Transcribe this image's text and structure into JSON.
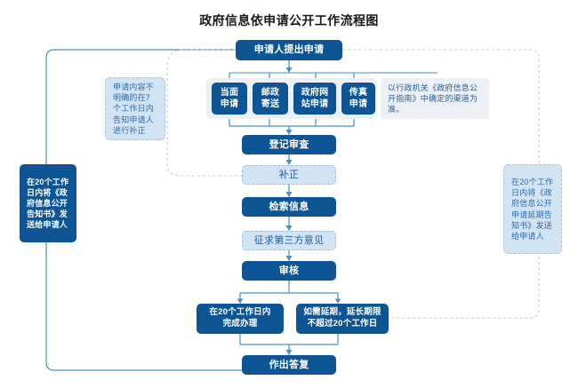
{
  "chart_data": {
    "type": "diagram",
    "title": "政府信息依申请公开工作流程图",
    "nodes": [
      {
        "id": "apply",
        "label": "申请人提出申请",
        "style": "dark"
      },
      {
        "id": "m1",
        "label": "当面申请",
        "style": "dark"
      },
      {
        "id": "m2",
        "label": "邮政寄送",
        "style": "dark"
      },
      {
        "id": "m3",
        "label": "政府网站申请",
        "style": "dark"
      },
      {
        "id": "m4",
        "label": "传真申请",
        "style": "dark"
      },
      {
        "id": "register",
        "label": "登记审查",
        "style": "dark"
      },
      {
        "id": "correct",
        "label": "补正",
        "style": "light"
      },
      {
        "id": "search",
        "label": "检索信息",
        "style": "light-dark"
      },
      {
        "id": "thirdparty",
        "label": "征求第三方意见",
        "style": "light"
      },
      {
        "id": "review",
        "label": "审核",
        "style": "dark"
      },
      {
        "id": "within20",
        "label": "在20个工作日内完成办理",
        "style": "dark"
      },
      {
        "id": "extend",
        "label": "如需延期，延长期限不超过20个工作日",
        "style": "dark"
      },
      {
        "id": "reply",
        "label": "作出答复",
        "style": "dark"
      }
    ],
    "notes": [
      {
        "id": "note-correct",
        "label": "申请内容不明确的在7个工作日内告知申请人进行补正",
        "style": "light"
      },
      {
        "id": "note-channel",
        "label": "以行政机关《政府信息公开指南》中确定的渠道为准。",
        "style": "plain"
      },
      {
        "id": "note-left",
        "label": "在20个工作日内将《政府信息公开告知书》发送给申请人",
        "style": "dark"
      },
      {
        "id": "note-right",
        "label": "在20个工作日内将《政府信息公开申请延期告知书》发送给申请人",
        "style": "light"
      }
    ],
    "colors": {
      "dark_blue": "#0d5595",
      "light_blue": "#d2e3f3",
      "note_gray": "#eceff3",
      "connector": "#4a8ec2",
      "dashed": "#b9cfe3"
    }
  },
  "diagram": {
    "title": "政府信息依申请公开工作流程图",
    "nodes": {
      "apply": "申请人提出申请",
      "method_1_line1": "当面",
      "method_1_line2": "申请",
      "method_2_line1": "邮政",
      "method_2_line2": "寄送",
      "method_3_line1": "政府网",
      "method_3_line2": "站申请",
      "method_4_line1": "传真",
      "method_4_line2": "申请",
      "register": "登记审查",
      "correct": "补正",
      "search": "检索信息",
      "thirdparty": "征求第三方意见",
      "review": "审核",
      "within20_line1": "在20个工作日内",
      "within20_line2": "完成办理",
      "extend_line1": "如需延期，延长期限",
      "extend_line2": "不超过20个工作日",
      "reply": "作出答复"
    },
    "notes": {
      "correct_note": "申请内容不明确的在7个工作日内告知申请人进行补正",
      "channel_note": "以行政机关《政府信息公开指南》中确定的渠道为准。",
      "left_note": "在20个工作日内将《政府信息公开告知书》发送给申请人",
      "right_note": "在20个工作日内将《政府信息公开申请延期告知书》发送给申请人"
    }
  }
}
